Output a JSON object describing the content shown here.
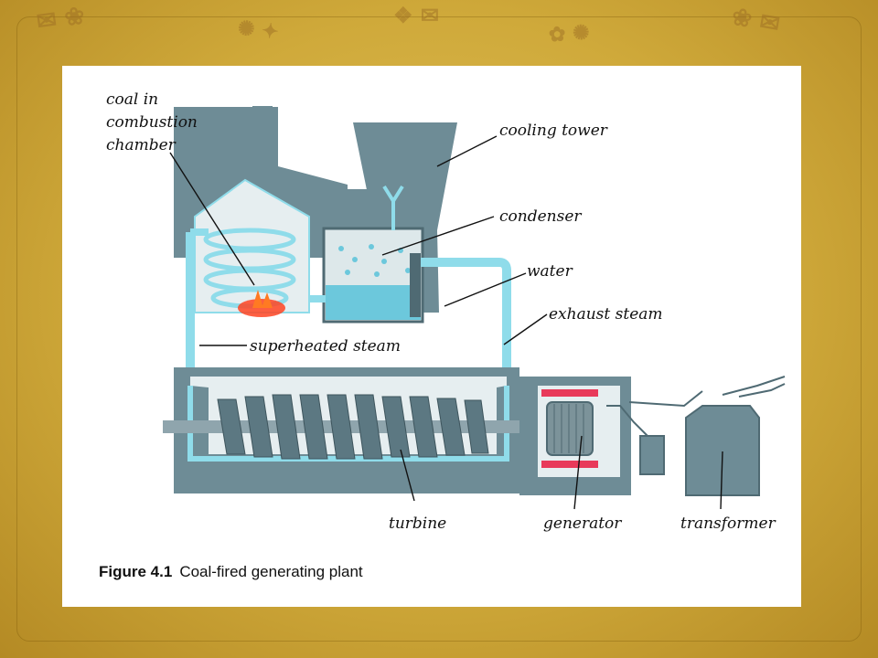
{
  "diagram": {
    "labels": {
      "coal": [
        "coal in",
        "combustion",
        "chamber"
      ],
      "cooling_tower": "cooling tower",
      "condenser": "condenser",
      "water": "water",
      "exhaust_steam": "exhaust steam",
      "superheated_steam": "superheated steam",
      "turbine": "turbine",
      "generator": "generator",
      "transformer": "transformer"
    },
    "caption": {
      "figure": "Figure 4.1",
      "text": "Coal-fired generating plant"
    }
  },
  "colors": {
    "background": "#cfa93a",
    "housing": "#6e8c96",
    "housing_dark": "#4f6a73",
    "steam_pipe": "#8fdcea",
    "water": "#6cc8dc",
    "fire": "#ff4422",
    "magnet": "#e83a5a"
  }
}
